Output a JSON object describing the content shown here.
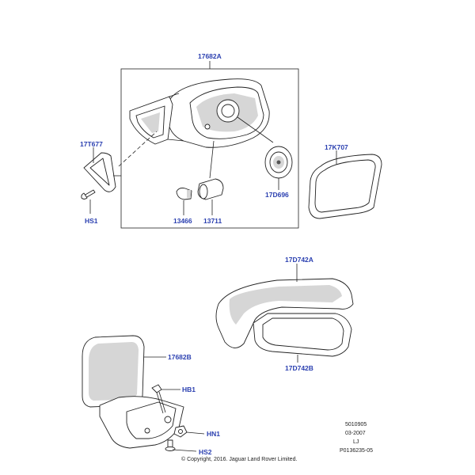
{
  "labels": {
    "housing": "17682A",
    "bracket": "17T677",
    "screw_hs1": "HS1",
    "bulb": "13466",
    "lamp_socket": "13711",
    "motor": "17D696",
    "glass": "17K707",
    "cover_outer": "17D742A",
    "cover_inner": "17D742B",
    "base": "17682B",
    "bolt_hb1": "HB1",
    "nut_hn1": "HN1",
    "screw_hs2": "HS2"
  },
  "footer": {
    "code": "5010905",
    "date": "03-2007",
    "initials": "LJ",
    "ref": "P0136235-05",
    "copyright": "© Copyright, 2016. Jaguar Land Rover Limited."
  },
  "colors": {
    "callout": "#2a3fb0",
    "line": "#222222"
  }
}
